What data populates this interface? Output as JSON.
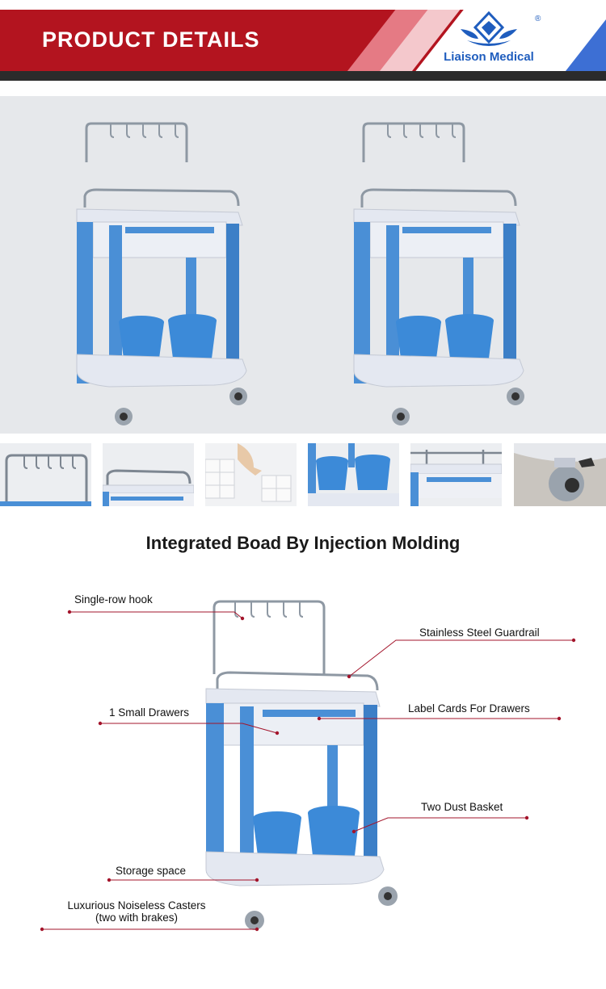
{
  "header": {
    "title": "PRODUCT DETAILS",
    "brand": "Liaison Medical",
    "registered": "®",
    "colors": {
      "red": "#b3141f",
      "blue": "#3d6fd4",
      "dark": "#2b2b2b"
    }
  },
  "section": {
    "title": "Integrated Boad By Injection Molding"
  },
  "callouts": {
    "hook": "Single-row hook",
    "guardrail": "Stainless Steel Guardrail",
    "drawers": "1 Small Drawers",
    "label_cards": "Label Cards For Drawers",
    "dust_basket": "Two Dust Basket",
    "storage": "Storage space",
    "casters_line1": "Luxurious Noiseless Casters",
    "casters_line2": "(two with brakes)"
  },
  "product": {
    "colors": {
      "frame": "#4a8fd6",
      "tray": "#e4e8f1",
      "steel": "#9aa3ad",
      "bucket": "#3c8ad8"
    }
  }
}
